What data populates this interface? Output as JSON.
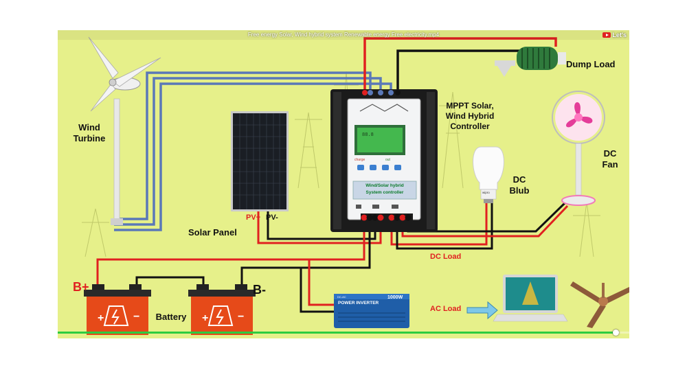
{
  "video": {
    "title": "Free energy Solar, Wind hybrid system Renewable energy Free electricity.mp4",
    "brand": "Let's",
    "progress": 0.976
  },
  "labels": {
    "wind_turbine": "Wind Turbine",
    "solar_panel": "Solar Panel",
    "pv_plus": "PV+",
    "pv_minus": "PV-",
    "controller": "MPPT Solar, Wind Hybrid Controller",
    "dump_load": "Dump Load",
    "dc_blub": "DC Blub",
    "dc_fan": "DC Fan",
    "dc_load": "DC Load",
    "ac_load": "AC Load",
    "b_plus": "B+",
    "b_minus": "B-",
    "battery": "Battery"
  },
  "controller_panel": {
    "title_line1": "Wind/Solar hybrid",
    "title_line2": "System controller",
    "charge": "charge",
    "out": "out"
  },
  "inverter": {
    "brand": "DC-AC",
    "name": "POWER INVERTER",
    "watt": "1000W"
  },
  "bulb_text": "wipro",
  "colors": {
    "background": "#e6f08a",
    "wire_red": "#e02020",
    "wire_black": "#111111",
    "wire_blue": "#5a78b8",
    "battery": "#e64a19",
    "arrow": "#7ec8e8"
  }
}
